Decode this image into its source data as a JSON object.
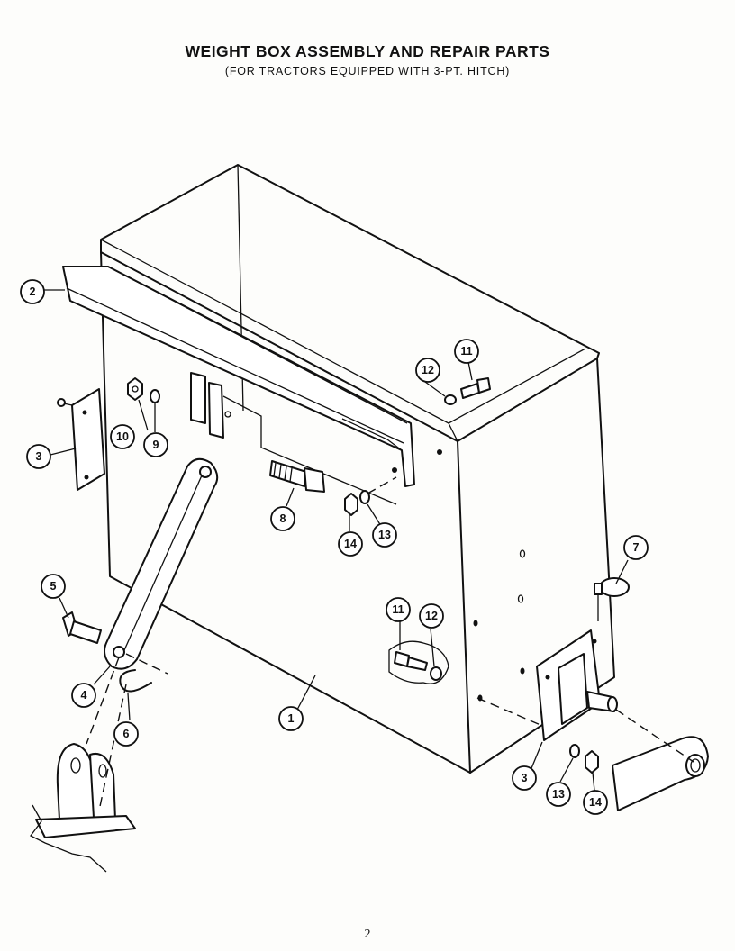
{
  "title": "WEIGHT BOX ASSEMBLY AND REPAIR PARTS",
  "subtitle": "(FOR TRACTORS EQUIPPED WITH 3-PT. HITCH)",
  "page_number": "2",
  "callouts": {
    "c1": "1",
    "c2": "2",
    "c3a": "3",
    "c3b": "3",
    "c4": "4",
    "c5": "5",
    "c6": "6",
    "c7": "7",
    "c8": "8",
    "c9": "9",
    "c10": "10",
    "c11a": "11",
    "c11b": "11",
    "c12a": "12",
    "c12b": "12",
    "c13a": "13",
    "c13b": "13",
    "c14a": "14",
    "c14b": "14"
  }
}
